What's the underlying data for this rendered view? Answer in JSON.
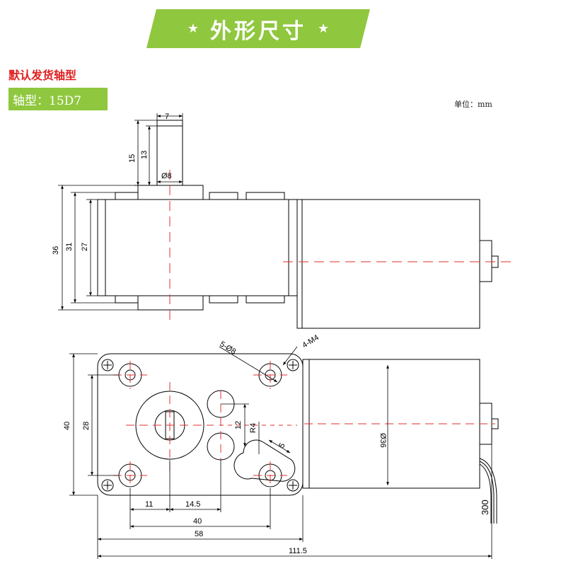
{
  "header": {
    "star": "★",
    "title": "外形尺寸"
  },
  "subtitle": "默认发货轴型",
  "shaft_badge": "轴型：15D7",
  "unit_label": "单位：mm",
  "colors": {
    "accent": "#8fc73e",
    "subtitle": "#e02020",
    "centerline": "#e03030"
  },
  "dims": {
    "shaft_width": "7",
    "shaft_len_15": "15",
    "shaft_len_13": "13",
    "shaft_dia": "Ø8",
    "h36": "36",
    "h31": "31",
    "h27": "27",
    "holes": "5-Ø8",
    "threads": "4-M4",
    "r4": "R4",
    "slot5": "5",
    "v12": "12",
    "dia36": "Ø36",
    "h40": "40",
    "h28": "28",
    "d11": "11",
    "d14_5": "14.5",
    "d40": "40",
    "d58": "58",
    "d111_5": "111.5",
    "wire300": "300"
  }
}
